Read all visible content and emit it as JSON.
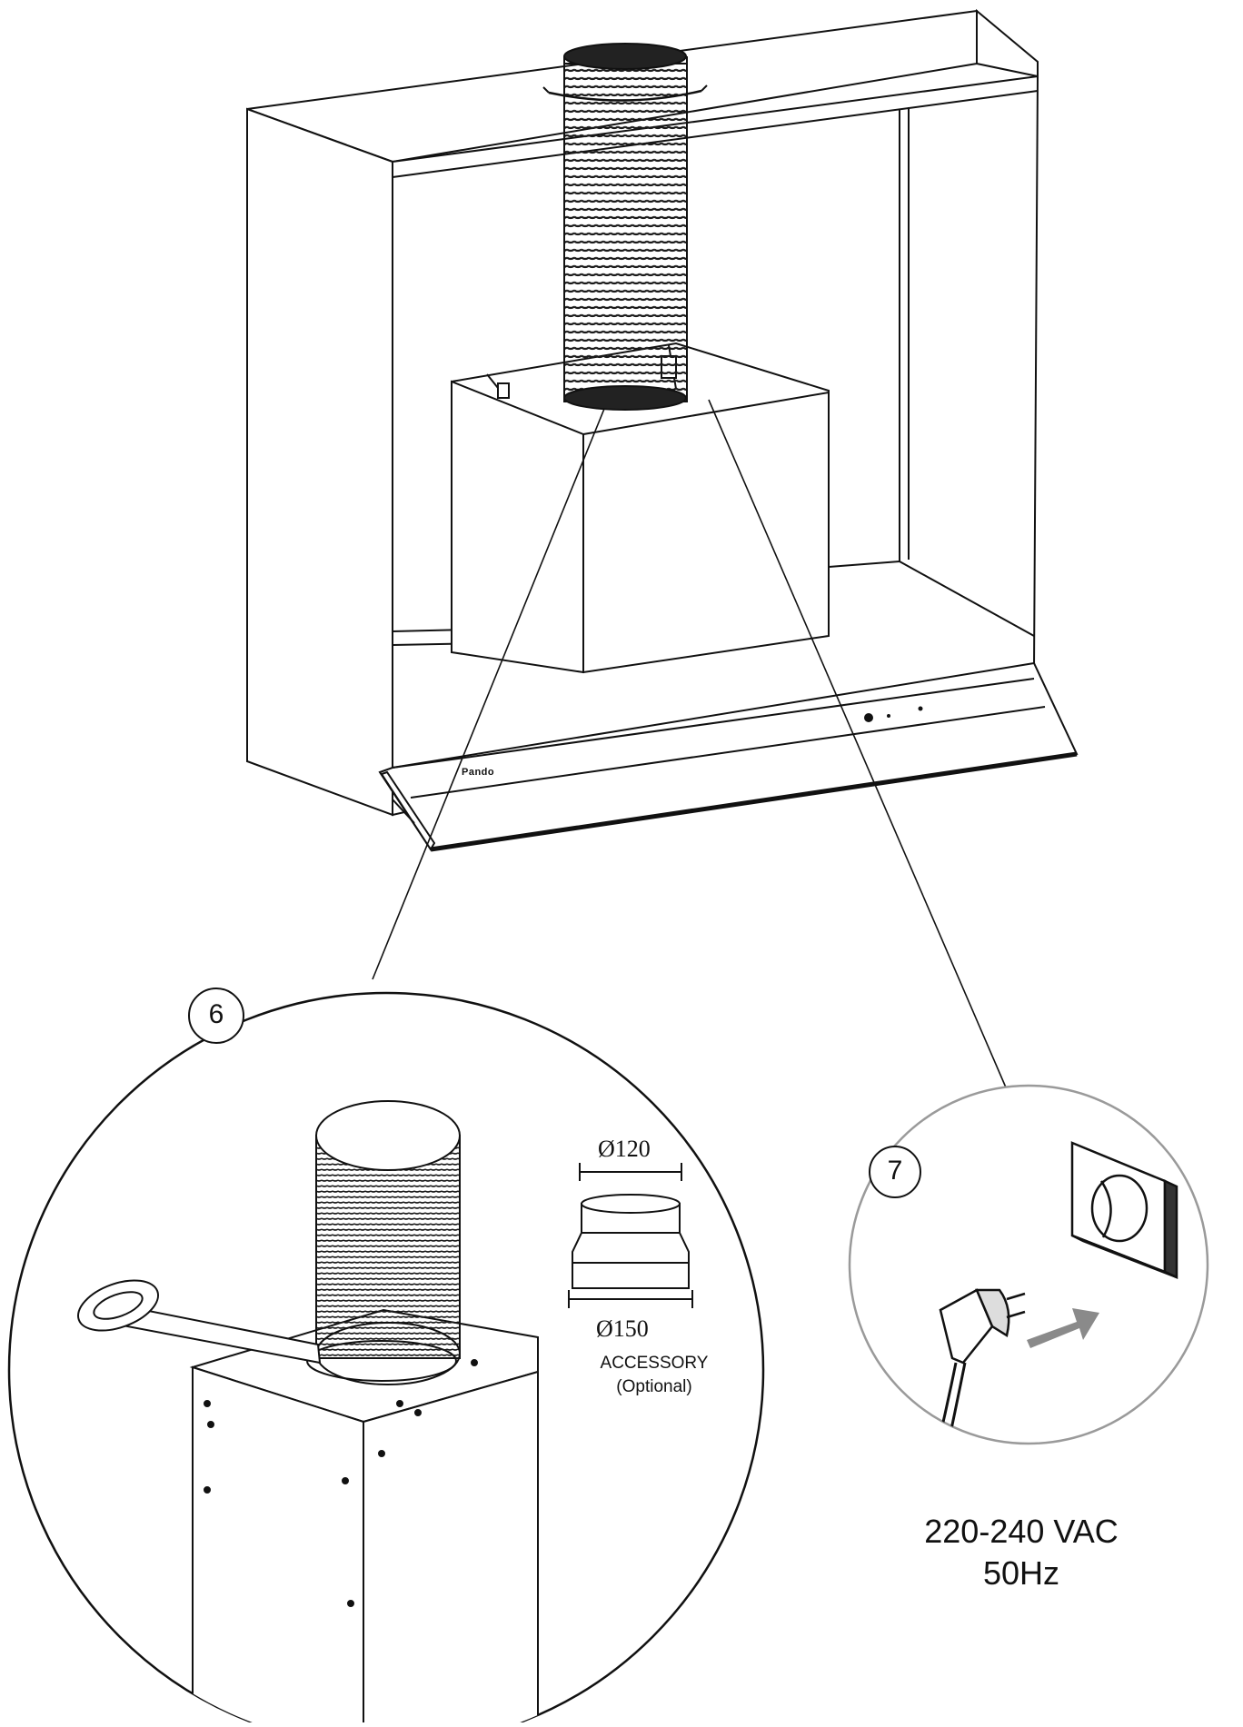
{
  "brand": "Pando",
  "steps": [
    {
      "number": "6"
    },
    {
      "number": "7"
    }
  ],
  "accessory": {
    "diameter_top": "Ø120",
    "diameter_bottom": "Ø150",
    "label": "ACCESSORY",
    "note": "(Optional)"
  },
  "power": {
    "voltage": "220-240 VAC",
    "frequency": "50Hz"
  },
  "colors": {
    "line": "#111111",
    "duct": "#222222",
    "arrow": "#8a8a8a",
    "detail_circle": "#9a9a9a"
  }
}
